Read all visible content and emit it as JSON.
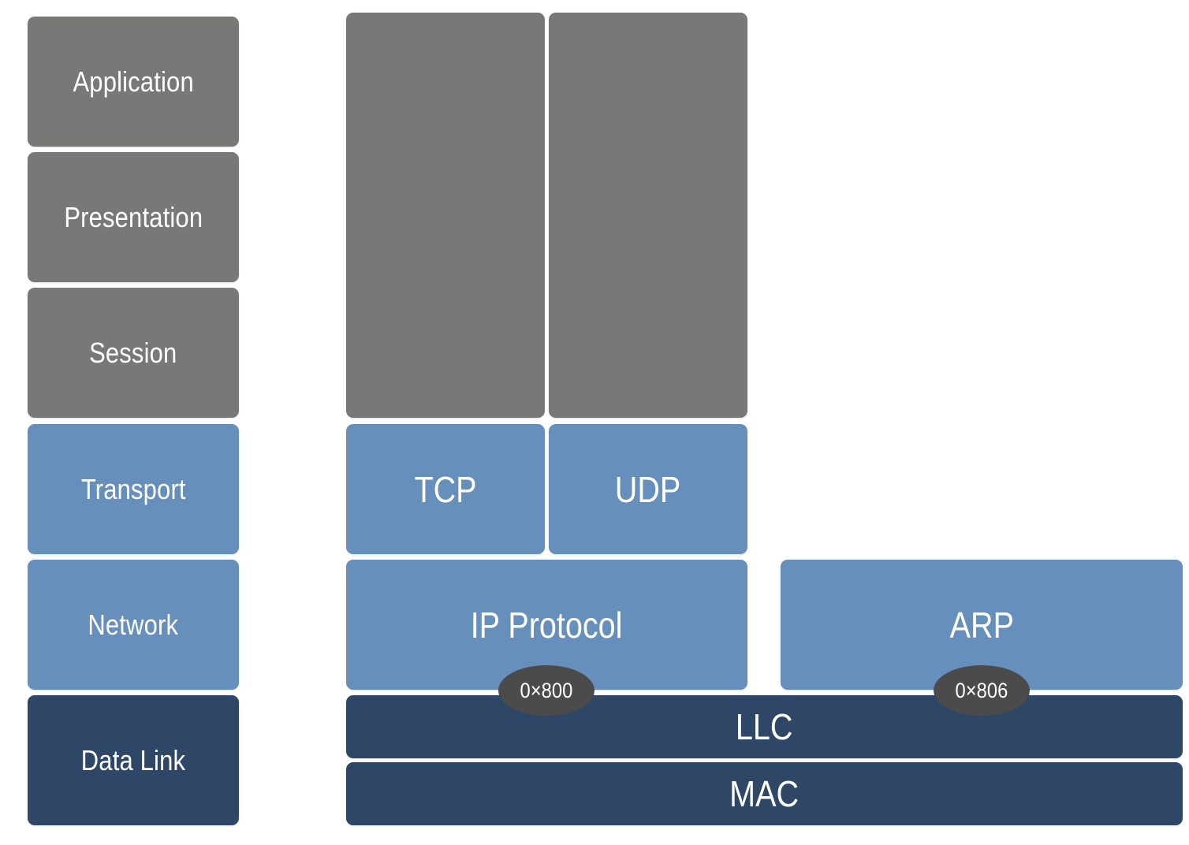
{
  "osi_layers": [
    {
      "label": "Application"
    },
    {
      "label": "Presentation"
    },
    {
      "label": "Session"
    },
    {
      "label": "Transport"
    },
    {
      "label": "Network"
    },
    {
      "label": "Data Link"
    }
  ],
  "protocols": {
    "tcp": "TCP",
    "udp": "UDP",
    "ip": "IP Protocol",
    "arp": "ARP",
    "llc": "LLC",
    "mac": "MAC"
  },
  "ethertypes": {
    "ip": "0×800",
    "arp": "0×806"
  },
  "colors": {
    "upper_layer_gray": "#787876",
    "middle_layer_blue": "#678fbb",
    "data_link_navy": "#2f4767",
    "ethertype_badge": "#4b4b4b",
    "text": "#ffffff"
  }
}
